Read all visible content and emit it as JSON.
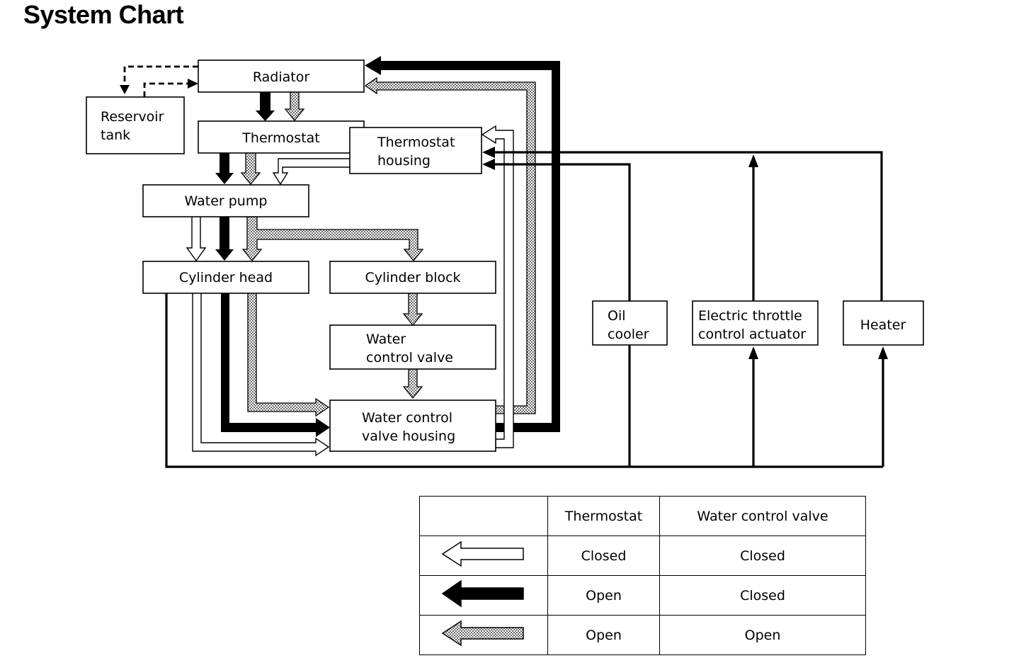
{
  "title": "System Chart",
  "components": {
    "radiator": "Radiator",
    "reservoir_line1": "Reservoir",
    "reservoir_line2": "tank",
    "thermostat": "Thermostat",
    "thermostat_housing_line1": "Thermostat",
    "thermostat_housing_line2": "housing",
    "water_pump": "Water pump",
    "cylinder_head": "Cylinder head",
    "cylinder_block": "Cylinder block",
    "water_control_valve_line1": "Water",
    "water_control_valve_line2": "control valve",
    "wcv_housing_line1": "Water control",
    "wcv_housing_line2": "valve housing",
    "oil_cooler_line1": "Oil",
    "oil_cooler_line2": "cooler",
    "etc_actuator_line1": "Electric throttle",
    "etc_actuator_line2": "control actuator",
    "heater": "Heater"
  },
  "legend": {
    "headers": [
      "",
      "Thermostat",
      "Water control valve"
    ],
    "rows": [
      {
        "arrow": "white-arrow",
        "thermostat": "Closed",
        "water_control_valve": "Closed"
      },
      {
        "arrow": "black-arrow",
        "thermostat": "Open",
        "water_control_valve": "Closed"
      },
      {
        "arrow": "hatched-arrow",
        "thermostat": "Open",
        "water_control_valve": "Open"
      }
    ]
  },
  "colors": {
    "line": "#000000",
    "background": "#ffffff",
    "hatch": "#9a9a9a"
  }
}
